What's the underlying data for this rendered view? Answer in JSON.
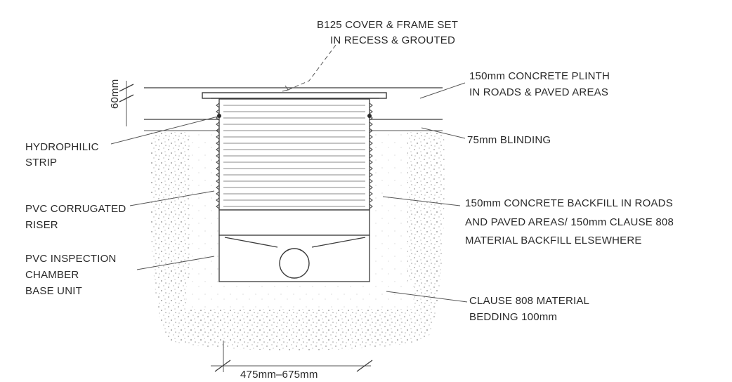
{
  "labels": {
    "cover_line1": "B125 COVER & FRAME SET",
    "cover_line2": "IN RECESS & GROUTED",
    "plinth_line1": "150mm CONCRETE PLINTH",
    "plinth_line2": "IN ROADS & PAVED AREAS",
    "blinding": "75mm BLINDING",
    "hydrophilic_line1": "HYDROPHILIC",
    "hydrophilic_line2": "STRIP",
    "riser_line1": "PVC CORRUGATED",
    "riser_line2": "RISER",
    "backfill_line1": "150mm CONCRETE BACKFILL IN ROADS",
    "backfill_line2": "AND PAVED AREAS/ 150mm CLAUSE 808",
    "backfill_line3": "MATERIAL BACKFILL ELSEWHERE",
    "base_line1": "PVC INSPECTION",
    "base_line2": "CHAMBER",
    "base_line3": "BASE UNIT",
    "bedding_line1": "CLAUSE 808 MATERIAL",
    "bedding_line2": "BEDDING 100mm",
    "dim_60": "60mm",
    "dim_width": "475mm–675mm"
  }
}
